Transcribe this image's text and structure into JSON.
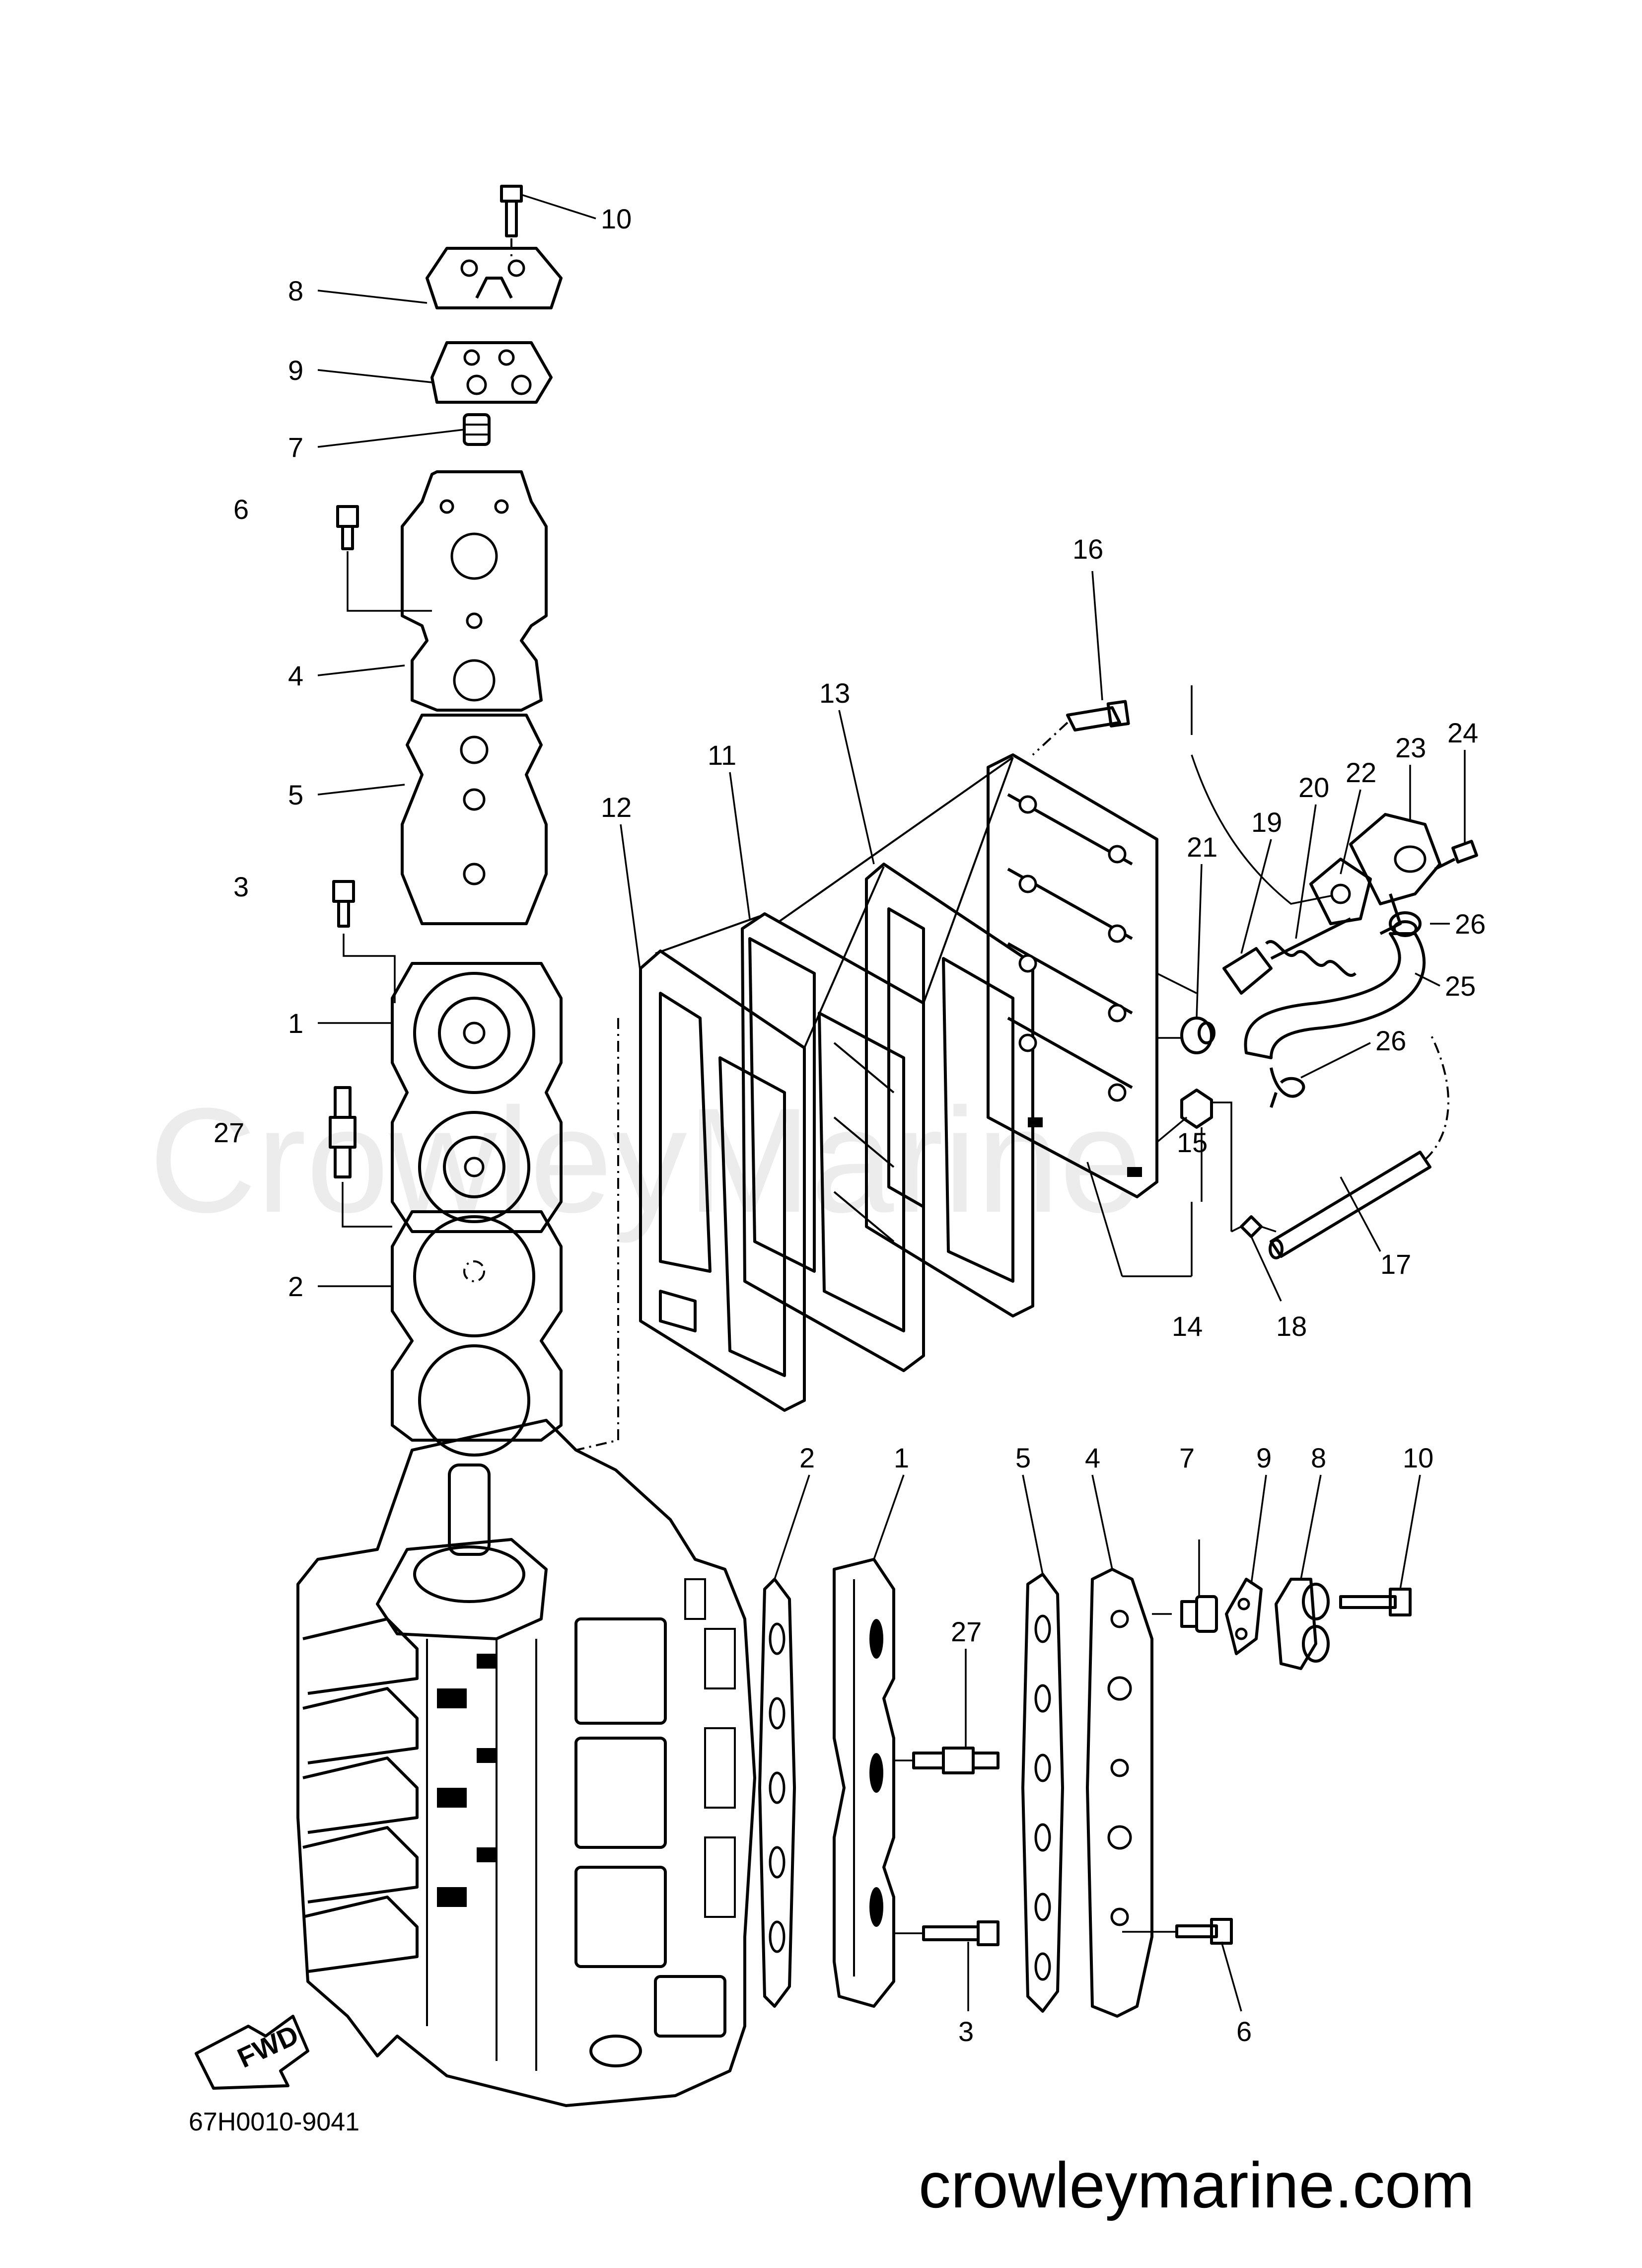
{
  "labels": {
    "l10": "10",
    "l8": "8",
    "l9": "9",
    "l7": "7",
    "l6": "6",
    "l4": "4",
    "l5": "5",
    "l3": "3",
    "l1": "1",
    "l27": "27",
    "l2": "2",
    "l16": "16",
    "l13": "13",
    "l11": "11",
    "l12": "12",
    "l21": "21",
    "l19": "19",
    "l20": "20",
    "l22": "22",
    "l23": "23",
    "l24": "24",
    "l26a": "26",
    "l25": "25",
    "l26b": "26",
    "l15": "15",
    "l17": "17",
    "l14": "14",
    "l18": "18",
    "r2": "2",
    "r1": "1",
    "r5": "5",
    "r4": "4",
    "r7": "7",
    "r9": "9",
    "r8": "8",
    "r10": "10",
    "r27": "27",
    "r3": "3",
    "r6": "6"
  },
  "arrow_label": "FWD",
  "diagram_code": "67H0010-9041",
  "watermark": "CrowleyMarine",
  "website": "crowleymarine.com"
}
